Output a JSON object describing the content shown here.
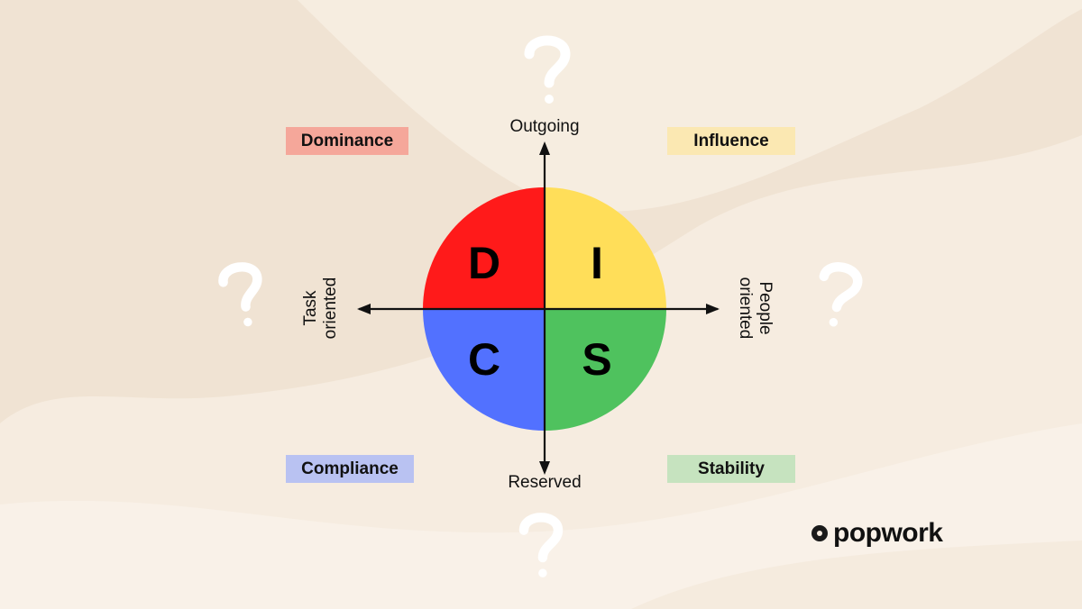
{
  "diagram": {
    "quadrants": [
      {
        "letter": "D",
        "label": "Dominance",
        "color": "#ff1a1a",
        "label_bg": "#f5a79a"
      },
      {
        "letter": "I",
        "label": "Influence",
        "color": "#ffde59",
        "label_bg": "#fbe8b2"
      },
      {
        "letter": "C",
        "label": "Compliance",
        "color": "#5271ff",
        "label_bg": "#b9c2f2"
      },
      {
        "letter": "S",
        "label": "Stability",
        "color": "#4fc25e",
        "label_bg": "#c6e3bf"
      }
    ],
    "axes": {
      "top": "Outgoing",
      "bottom": "Reserved",
      "left": [
        "Task",
        "oriented"
      ],
      "right": [
        "People",
        "oriented"
      ]
    },
    "decorations": {
      "question_icon": "question-mark-icon",
      "count": 4
    }
  },
  "brand": {
    "name": "popwork",
    "logo_icon": "popwork-dot-icon"
  }
}
